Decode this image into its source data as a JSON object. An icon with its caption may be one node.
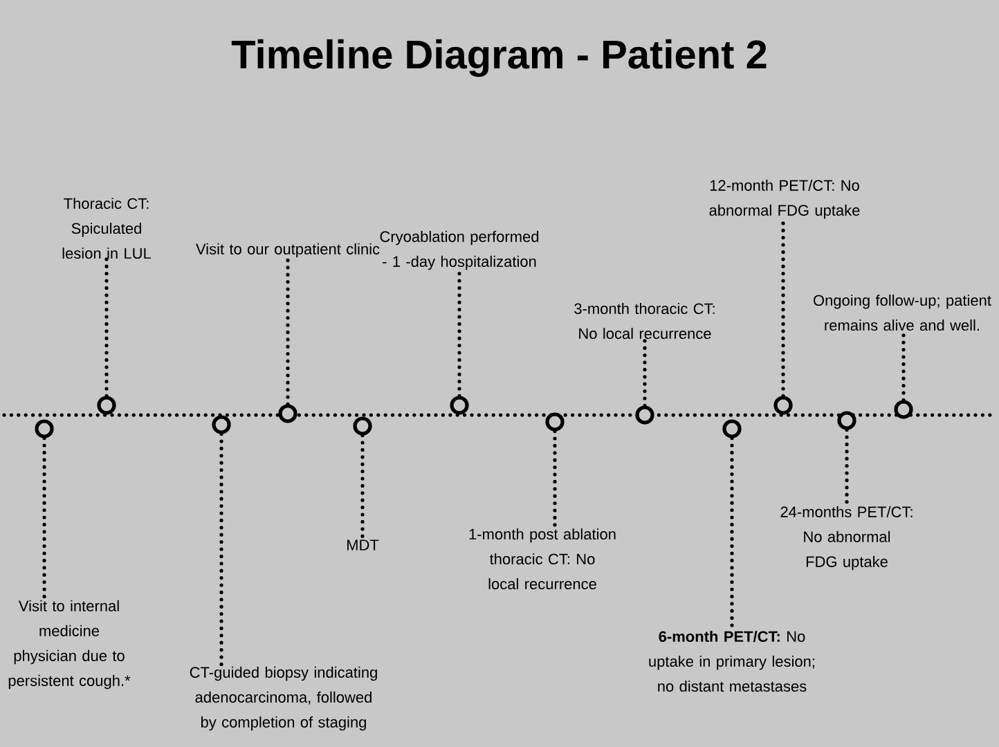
{
  "diagram": {
    "title": "Timeline Diagram - Patient 2",
    "nodes": [
      {
        "text": [
          "Visit to internal medicine physician due to persistent cough.*"
        ]
      },
      {
        "text": [],
        "shape": "circle"
      },
      {
        "text": [
          "Thoracic CT: Spiculated lesion in LUL"
        ]
      },
      {
        "text": [],
        "shape": "circle"
      },
      {
        "text": [
          "CT-guided biopsy indicating adenocarcinoma, followed by completion of staging"
        ]
      },
      {
        "text": [],
        "shape": "circle"
      },
      {
        "text": [
          "Visit to our outpatient clinic"
        ]
      },
      {
        "text": [],
        "shape": "circle"
      },
      {
        "text": [
          "MDT"
        ]
      },
      {
        "text": [],
        "shape": "circle"
      },
      {
        "text": [
          "Cryoablation performed - 1 -day hospitalization"
        ]
      },
      {
        "text": [],
        "shape": "circle"
      },
      {
        "text": [
          "1-month post ablation thoracic CT: No local recurrence"
        ]
      },
      {
        "text": [],
        "shape": "circle"
      },
      {
        "text": [
          "3-month thoracic CT: No local recurrence"
        ]
      },
      {
        "text": [],
        "shape": "circle"
      },
      {
        "text": [
          "**6-month PET/CT:** No uptake in primary lesion; no distant metastases"
        ]
      },
      {
        "text": [],
        "shape": "circle"
      },
      {
        "text": [
          "12-month PET/CT: No abnormal FDG uptake"
        ]
      },
      {
        "text": [],
        "shape": "circle"
      },
      {
        "text": [
          "24-months PET/CT: No abnormal FDG uptake"
        ]
      },
      {
        "text": [],
        "shape": "circle"
      },
      {
        "text": [
          "Ongoing follow-up; patient remains alive and well."
        ]
      },
      {
        "text": [],
        "shape": "circle"
      }
    ],
    "edges": [
      {
        "from": 0,
        "to": 1,
        "arrow": "none"
      },
      {
        "from": 2,
        "to": 3,
        "arrow": "none"
      },
      {
        "from": 4,
        "to": 5,
        "arrow": "none"
      },
      {
        "from": 6,
        "to": 7,
        "arrow": "none"
      },
      {
        "from": 8,
        "to": 9,
        "arrow": "none"
      },
      {
        "from": 10,
        "to": 11,
        "arrow": "none"
      },
      {
        "from": 12,
        "to": 13,
        "arrow": "none"
      },
      {
        "from": 14,
        "to": 15,
        "arrow": "none"
      },
      {
        "from": 16,
        "to": 17,
        "arrow": "none"
      },
      {
        "from": 18,
        "to": 19,
        "arrow": "none"
      },
      {
        "from": 20,
        "to": 21,
        "arrow": "none"
      },
      {
        "from": 22,
        "to": 23,
        "arrow": "none"
      }
    ]
  }
}
